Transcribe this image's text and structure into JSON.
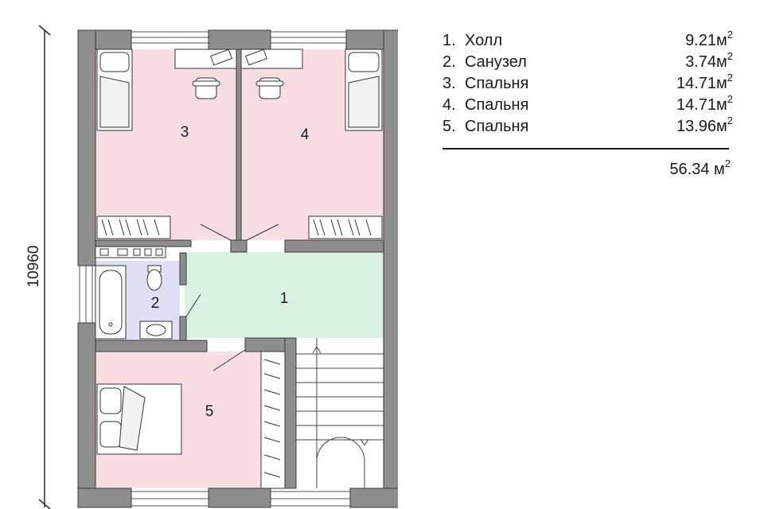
{
  "rooms": [
    {
      "number": "1.",
      "name": "Холл",
      "area": "9.21",
      "unit": "м",
      "exp": "2"
    },
    {
      "number": "2.",
      "name": "Санузел",
      "area": "3.74",
      "unit": "м",
      "exp": "2"
    },
    {
      "number": "3.",
      "name": "Спальня",
      "area": "14.71",
      "unit": "м",
      "exp": "2"
    },
    {
      "number": "4.",
      "name": "Спальня",
      "area": "14.71",
      "unit": "м",
      "exp": "2"
    },
    {
      "number": "5.",
      "name": "Спальня",
      "area": "13.96",
      "unit": "м",
      "exp": "2"
    }
  ],
  "total": {
    "area": "56.34",
    "unit": "м",
    "exp": "2"
  },
  "plan_labels": {
    "hall": "1",
    "bathroom": "2",
    "bedroom_3": "3",
    "bedroom_4": "4",
    "bedroom_5": "5"
  },
  "dimension": "10960",
  "colors": {
    "wall": "#8e8e8e",
    "bedroom": "#f9dde4",
    "hall": "#d9f2e1",
    "bathroom": "#dfe0f5",
    "line": "#2a2a2a"
  }
}
